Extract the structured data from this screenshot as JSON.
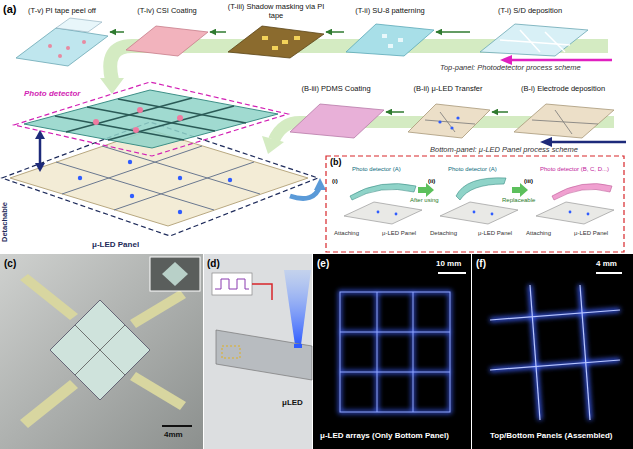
{
  "diagram": {
    "nodes": [
      {
        "text": [
          "(T-v) PI tape peel off"
        ]
      },
      {
        "text": [
          "(T-iv) CSI Coating"
        ]
      },
      {
        "text": [
          "(T-iii) Shadow masking via PI tape"
        ]
      },
      {
        "text": [
          "(T-ii) SU-8 patterning"
        ]
      },
      {
        "text": [
          "(T-i) S/D deposition"
        ]
      },
      {
        "text": [
          "(B-iii) PDMS Coating"
        ]
      },
      {
        "text": [
          "(B-ii) μ-LED Transfer"
        ]
      },
      {
        "text": [
          "(B-i) Electrode deposition"
        ]
      }
    ],
    "edges": [
      {
        "from": 4,
        "to": 3,
        "arrow": "to"
      },
      {
        "from": 3,
        "to": 2,
        "arrow": "to"
      },
      {
        "from": 2,
        "to": 1,
        "arrow": "to"
      },
      {
        "from": 1,
        "to": 0,
        "arrow": "to"
      },
      {
        "from": 7,
        "to": 6,
        "arrow": "to"
      },
      {
        "from": 6,
        "to": 5,
        "arrow": "to"
      }
    ],
    "labels": [
      "(a)",
      "Top-panel: Photodetector process scheme",
      "Bottom-panel: μ-LED Panel process scheme",
      "Photo detector",
      "Detachable",
      "μ-LED Panel",
      "(b)",
      "(i)",
      "Photo detector (A)",
      "Attaching",
      "μ-LED Panel",
      "(ii)",
      "Photo detector (A)",
      "After using",
      "Detaching",
      "μ-LED Panel",
      "(iii)",
      "Photo detector (B, C, D...)",
      "Replaceable",
      "Attaching",
      "μ-LED Panel",
      "(c)",
      "4mm",
      "(d)",
      "μLED",
      "(e)",
      "10 mm",
      "μ-LED arrays (Only Bottom Panel)",
      "(f)",
      "4 mm",
      "Top/Bottom Panels (Assembled)"
    ]
  }
}
